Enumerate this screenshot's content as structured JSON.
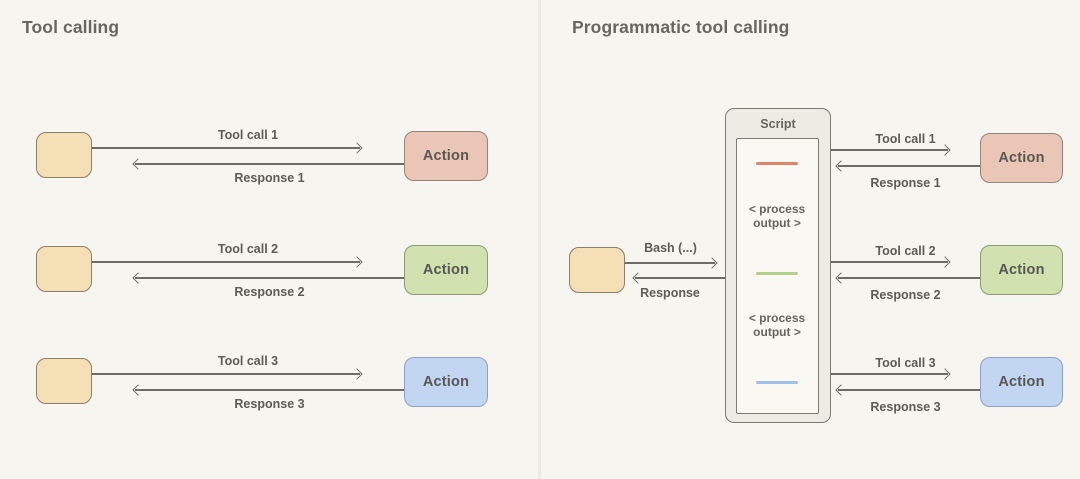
{
  "left_panel": {
    "title": "Tool calling",
    "rows": [
      {
        "call": "Tool call 1",
        "response": "Response 1",
        "action": "Action",
        "fill": "#eac6b6",
        "border": "#94857c"
      },
      {
        "call": "Tool call 2",
        "response": "Response 2",
        "action": "Action",
        "fill": "#d1e1b0",
        "border": "#8d9c76"
      },
      {
        "call": "Tool call 3",
        "response": "Response 3",
        "action": "Action",
        "fill": "#c2d6f2",
        "border": "#8fa1c1"
      }
    ]
  },
  "right_panel": {
    "title": "Programmatic tool calling",
    "bash": {
      "call": "Bash (...)",
      "response": "Response"
    },
    "script": {
      "title": "Script",
      "markers": [
        "#e2836a",
        "#b5cf8d",
        "#a2bfe9"
      ],
      "process_outputs": [
        "< process output >",
        "< process output >"
      ]
    },
    "rows": [
      {
        "call": "Tool call 1",
        "response": "Response 1",
        "action": "Action",
        "fill": "#eac6b6",
        "border": "#94857c"
      },
      {
        "call": "Tool call 2",
        "response": "Response 2",
        "action": "Action",
        "fill": "#d1e1b0",
        "border": "#8d9c76"
      },
      {
        "call": "Tool call 3",
        "response": "Response 3",
        "action": "Action",
        "fill": "#c2d6f2",
        "border": "#8fa1c1"
      }
    ]
  },
  "style": {
    "background": "#f7f5ef",
    "divider": "#eceae3",
    "client_fill": "#f5dfb5",
    "client_border": "#89806f",
    "stroke": "#6e6d65",
    "text": "#5d5c55"
  }
}
